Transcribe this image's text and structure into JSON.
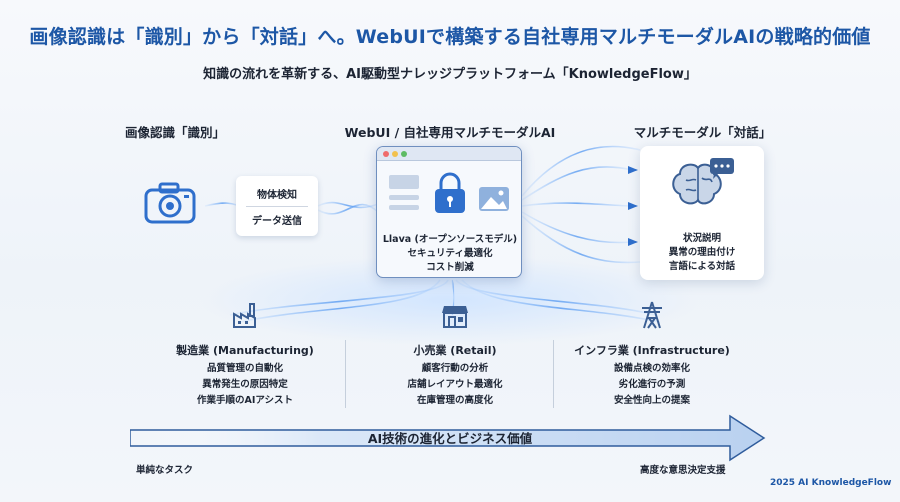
{
  "header": {
    "title": "画像認識は「識別」から「対話」へ。WebUIで構築する自社専用マルチモーダルAIの戦略的価値",
    "subtitle": "知識の流れを革新する、AI駆動型ナレッジプラットフォーム「KnowledgeFlow」"
  },
  "columns": {
    "left_heading": "画像認識「識別」",
    "mid_heading": "WebUI / 自社専用マルチモーダルAI",
    "right_heading": "マルチモーダル「対話」"
  },
  "camera": {
    "icon": "camera-icon"
  },
  "steps": {
    "step1": "物体検知",
    "step2": "データ送信"
  },
  "webui": {
    "icons": [
      "browser-window-icon",
      "padlock-icon",
      "image-icon"
    ],
    "line1": "Llava (オープンソースモデル)",
    "line2": "セキュリティ最適化",
    "line3": "コスト削減"
  },
  "dialog": {
    "icons": [
      "brain-icon",
      "chat-bubble-icon"
    ],
    "line1": "状況説明",
    "line2": "異常の理由付け",
    "line3": "言語による対話"
  },
  "industries": [
    {
      "icon": "factory-icon",
      "title": "製造業 (Manufacturing)",
      "items": [
        "品質管理の自動化",
        "異常発生の原因特定",
        "作業手順のAIアシスト"
      ]
    },
    {
      "icon": "store-icon",
      "title": "小売業 (Retail)",
      "items": [
        "顧客行動の分析",
        "店舗レイアウト最適化",
        "在庫管理の高度化"
      ]
    },
    {
      "icon": "transmission-tower-icon",
      "title": "インフラ業 (Infrastructure)",
      "items": [
        "設備点検の効率化",
        "劣化進行の予測",
        "安全性向上の提案"
      ]
    }
  ],
  "progress": {
    "label": "AI技術の進化とビジネス価値",
    "start": "単純なタスク",
    "end": "高度な意思決定支援"
  },
  "footer": {
    "copyright": "2025 AI KnowledgeFlow"
  },
  "colors": {
    "accent": "#1d57a6",
    "line": "#2f6fcc",
    "glow": "#8fc1ff"
  }
}
